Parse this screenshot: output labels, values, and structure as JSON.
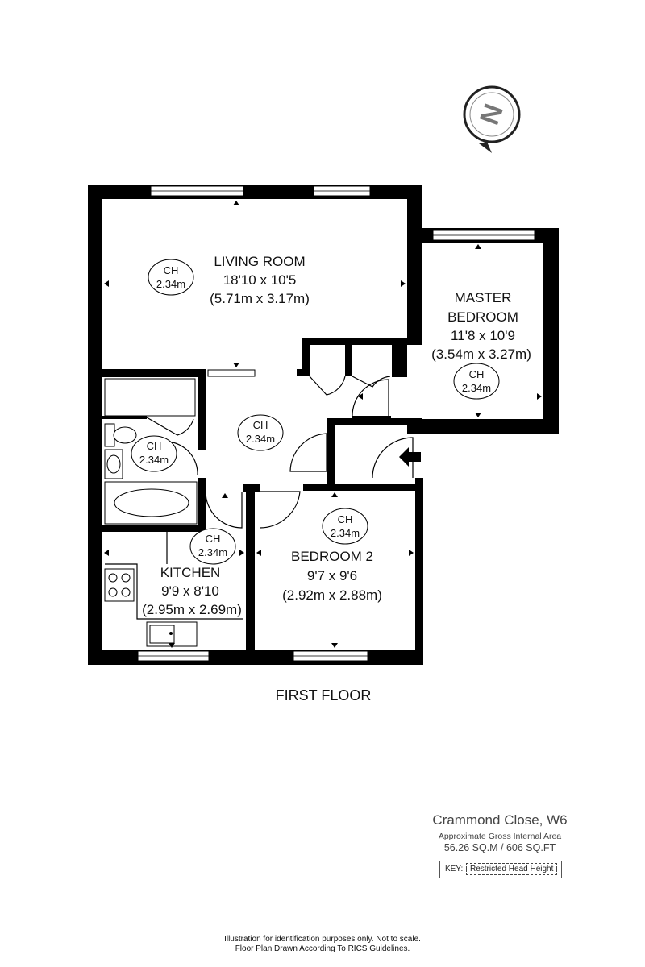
{
  "rooms": {
    "living": {
      "name": "LIVING ROOM",
      "dims_imperial": "18'10 x 10'5",
      "dims_metric": "(5.71m x 3.17m)"
    },
    "master": {
      "name_line1": "MASTER",
      "name_line2": "BEDROOM",
      "dims_imperial": "11'8 x 10'9",
      "dims_metric": "(3.54m x 3.27m)"
    },
    "kitchen": {
      "name": "KITCHEN",
      "dims_imperial": "9'9 x 8'10",
      "dims_metric": "(2.95m x 2.69m)"
    },
    "bedroom2": {
      "name": "BEDROOM 2",
      "dims_imperial": "9'7 x 9'6",
      "dims_metric": "(2.92m x 2.88m)"
    }
  },
  "ceiling": {
    "label": "CH",
    "height": "2.34m"
  },
  "floor_label": "FIRST FLOOR",
  "compass": {
    "label": "N"
  },
  "property": {
    "address": "Crammond Close, W6",
    "area_label": "Approximate Gross Internal Area",
    "area_value": "56.26 SQ.M / 606 SQ.FT"
  },
  "key": {
    "label": "KEY:",
    "item": "Restricted Head Height"
  },
  "disclaimer": {
    "line1": "Illustration for identification purposes only. Not to scale.",
    "line2": "Floor Plan Drawn According To RICS Guidelines."
  }
}
